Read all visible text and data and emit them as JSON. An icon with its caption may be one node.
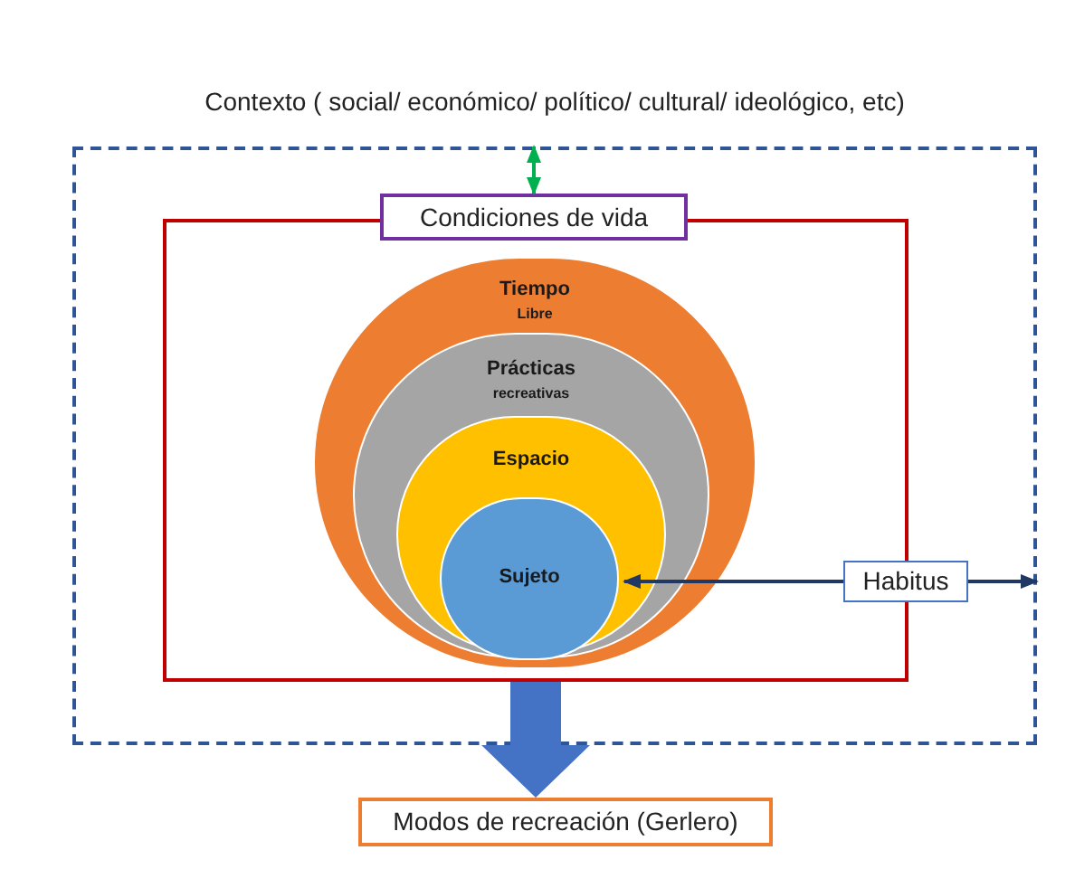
{
  "diagram": {
    "nodes": [
      {
        "text": [
          "Contexto ( social/ económico/ político/ cultural/ ideológico, etc)"
        ]
      },
      {
        "text": [],
        "shape": "box",
        "in": 0
      },
      {
        "text": [
          "Condiciones de vida"
        ],
        "in": 0
      },
      {
        "text": [
          "Tiempo",
          "Libre"
        ],
        "in": 1
      },
      {
        "text": [
          "Prácticas",
          "recreativas"
        ],
        "in": 3
      },
      {
        "text": [
          "Espacio"
        ],
        "in": 4
      },
      {
        "text": [
          "Sujeto"
        ],
        "in": 5
      },
      {
        "text": [
          "Habitus"
        ],
        "in": 0
      },
      {
        "text": [
          "Modos de recreación (Gerlero)"
        ]
      }
    ],
    "edges": [
      {
        "from": 2,
        "to": 0,
        "arrow": "both",
        "color": "#00b050"
      },
      {
        "from": 7,
        "to": 6,
        "arrow": "to",
        "color": "#1f3864"
      },
      {
        "from": 7,
        "to": 0,
        "arrow": "to",
        "color": "#1f3864"
      },
      {
        "from": 1,
        "to": 8,
        "arrow": "to",
        "style": "thick",
        "color": "#4472c4"
      }
    ]
  }
}
